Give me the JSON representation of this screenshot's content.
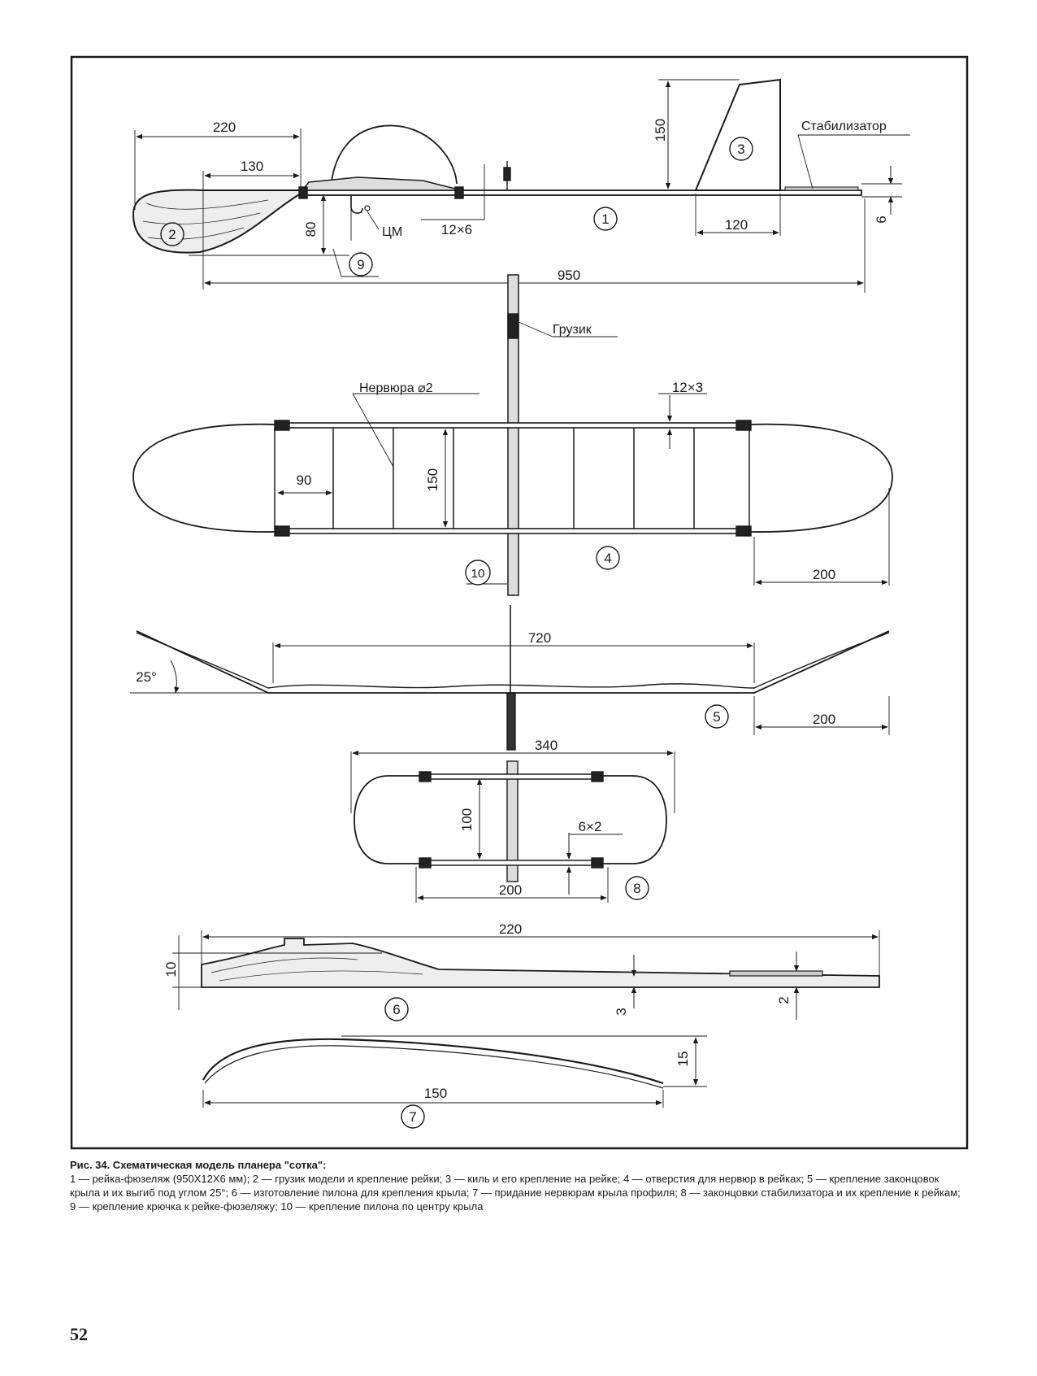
{
  "labels": {
    "stabilizer": "Стабилизатор",
    "cm": "ЦМ",
    "weight": "Грузик",
    "rib": "Нервюра ⌀2"
  },
  "dimensions": {
    "d220_top": "220",
    "d130": "130",
    "d80": "80",
    "d12x6": "12×6",
    "d150_fin": "150",
    "d120": "120",
    "d6": "6",
    "d950": "950",
    "d12x3": "12×3",
    "d90": "90",
    "d150_wing": "150",
    "d200_wing": "200",
    "d720": "720",
    "d25": "25°",
    "d200_dihedral": "200",
    "d340": "340",
    "d100": "100",
    "d6x2": "6×2",
    "d200_stab": "200",
    "d220_pylon": "220",
    "d10": "10",
    "d3": "3",
    "d2": "2",
    "d15": "15",
    "d150_rib": "150"
  },
  "markers": [
    "1",
    "2",
    "3",
    "4",
    "5",
    "6",
    "7",
    "8",
    "9",
    "10"
  ],
  "caption": {
    "title": "Рис. 34. Схематическая модель планера \"сотка\":",
    "body": "1 — рейка-фюзеляж (950Х12Х6 мм); 2 — грузик модели и крепление рейки; 3 — киль и его крепление на рейке; 4 — отверстия для нервюр в рейках; 5 — крепление законцовок крыла и их выгиб под углом 25°; 6 — изготовление пилона для крепления крыла; 7 — придание нервюрам крыла профиля; 8 — законцовки стабилизатора и их крепление к рейкам; 9 — крепление крючка к рейке-фюзеляжу; 10 — крепление пилона по центру крыла"
  },
  "page_number": "52"
}
